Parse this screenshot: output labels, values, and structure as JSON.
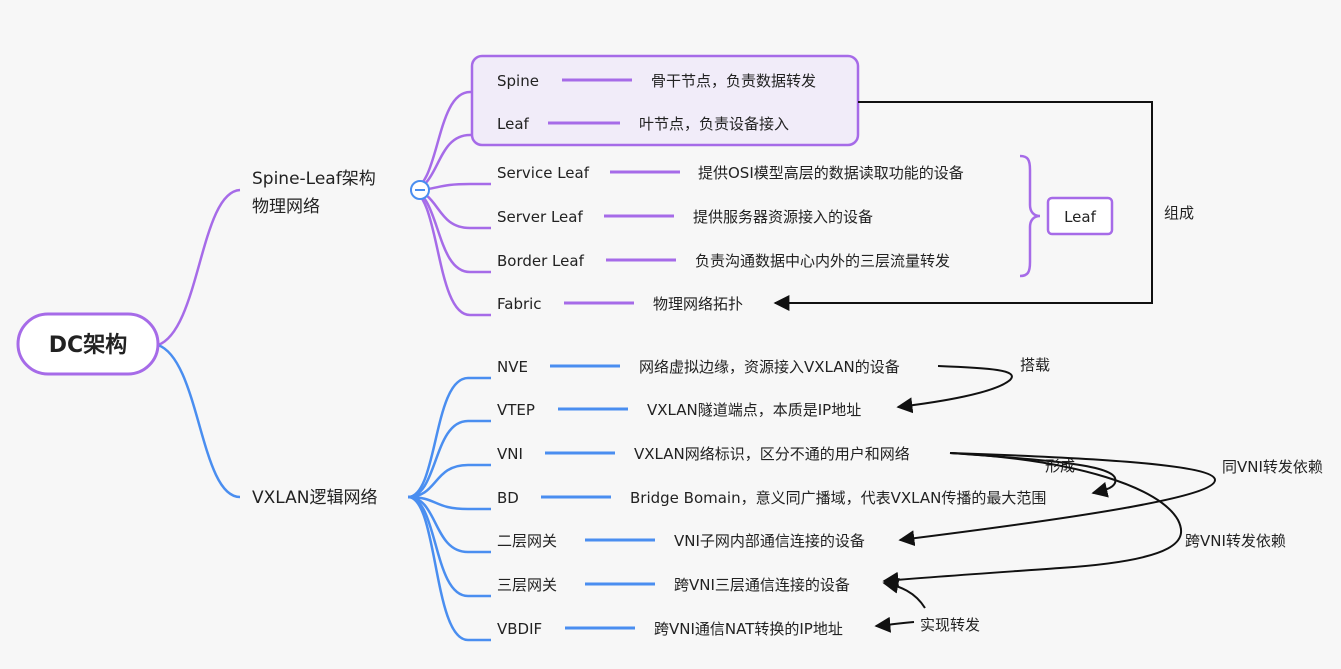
{
  "colors": {
    "background": "#f7f7f7",
    "physical_branch": "#a66be8",
    "logical_branch": "#4a8ef0",
    "root_border": "#a66be8",
    "annotation": "#111111"
  },
  "root": {
    "label": "DC架构"
  },
  "physical": {
    "label_line1": "Spine-Leaf架构",
    "label_line2": "物理网络",
    "collapse_icon": "minus-circle-icon",
    "items": [
      {
        "term": "Spine",
        "desc": "骨干节点，负责数据转发"
      },
      {
        "term": "Leaf",
        "desc": "叶节点，负责设备接入"
      },
      {
        "term": "Service Leaf",
        "desc": "提供OSI模型高层的数据读取功能的设备"
      },
      {
        "term": "Server Leaf",
        "desc": "提供服务器资源接入的设备"
      },
      {
        "term": "Border Leaf",
        "desc": "负责沟通数据中心内外的三层流量转发"
      },
      {
        "term": "Fabric",
        "desc": "物理网络拓扑"
      }
    ],
    "summary_label": "Leaf",
    "compose_label": "组成"
  },
  "logical": {
    "label": "VXLAN逻辑网络",
    "items": [
      {
        "term": "NVE",
        "desc": "网络虚拟边缘，资源接入VXLAN的设备"
      },
      {
        "term": "VTEP",
        "desc": "VXLAN隧道端点，本质是IP地址"
      },
      {
        "term": "VNI",
        "desc": "VXLAN网络标识，区分不通的用户和网络"
      },
      {
        "term": "BD",
        "desc": "Bridge Bomain，意义同广播域，代表VXLAN传播的最大范围"
      },
      {
        "term": "二层网关",
        "desc": "VNI子网内部通信连接的设备"
      },
      {
        "term": "三层网关",
        "desc": "跨VNI三层通信连接的设备"
      },
      {
        "term": "VBDIF",
        "desc": "跨VNI通信NAT转换的IP地址"
      }
    ]
  },
  "relations": {
    "carry": "搭载",
    "form": "形成",
    "same_vni": "同VNI转发依赖",
    "cross_vni": "跨VNI转发依赖",
    "implement": "实现转发"
  }
}
